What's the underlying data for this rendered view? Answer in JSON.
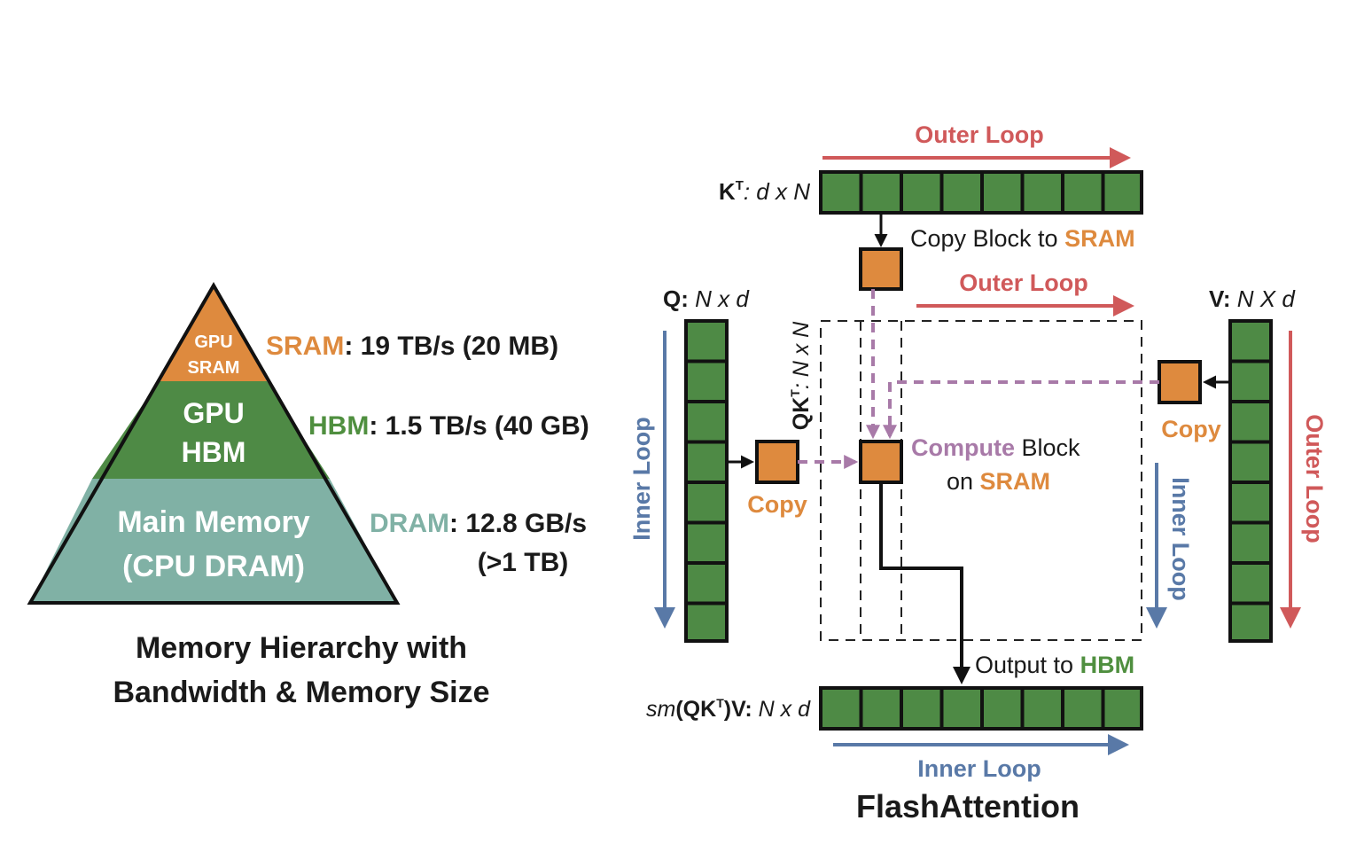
{
  "colors": {
    "sram_orange": "#de8a3e",
    "hbm_green": "#4e8a45",
    "hbm_text_green": "#4f8f3f",
    "dram_teal": "#80b1a5",
    "outer_loop_red": "#d0595a",
    "inner_loop_blue": "#5979a7",
    "compute_purple": "#a87aa8"
  },
  "pyramid": {
    "top": {
      "line1": "GPU",
      "line2": "SRAM"
    },
    "middle": {
      "line1": "GPU",
      "line2": "HBM"
    },
    "bottom": {
      "line1": "Main Memory",
      "line2": "(CPU DRAM)"
    }
  },
  "specs": {
    "sram": {
      "name": "SRAM",
      "detail": ": 19 TB/s (20 MB)"
    },
    "hbm": {
      "name": "HBM",
      "detail": ": 1.5 TB/s (40 GB)"
    },
    "dram": {
      "name": "DRAM",
      "detail": ": 12.8 GB/s",
      "detail2": "(>1 TB)"
    }
  },
  "left_caption": {
    "line1": "Memory Hierarchy with",
    "line2": "Bandwidth & Memory Size"
  },
  "flash": {
    "title": "FlashAttention",
    "kt_label": {
      "name": "K",
      "sup": "T",
      "dims": ": d x N"
    },
    "q_label": {
      "name": "Q:",
      "dims": " N x d"
    },
    "v_label": {
      "name": "V:",
      "dims": " N X d"
    },
    "qkt_label": {
      "name": "QK",
      "sup": "T",
      "dims": ": N x N"
    },
    "out_label": {
      "prefix": "sm",
      "name": "(QK",
      "sup": "T",
      "suffix": ")V:",
      "dims": " N x d"
    },
    "outer_loop": "Outer Loop",
    "inner_loop": "Inner Loop",
    "copy": "Copy",
    "copy_block_to": "Copy Block to ",
    "sram": "SRAM",
    "compute": "Compute",
    "block": " Block",
    "on": "on ",
    "output_to": "Output to ",
    "hbm": "HBM"
  }
}
